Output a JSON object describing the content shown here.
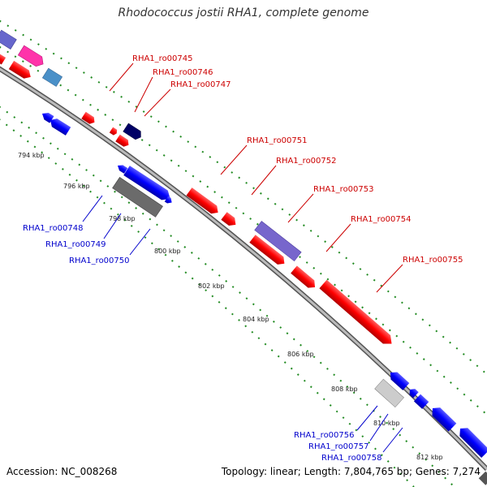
{
  "title": "Rhodococcus jostii RHA1, complete genome",
  "accession": "Accession: NC_008268",
  "topology": "Topology: linear; Length: 7,804,765 bp; Genes: 7,274",
  "colors": {
    "forward_label": "#cc0000",
    "reverse_label": "#0000cc",
    "backbone": "#999999",
    "tick": "#228b22"
  },
  "kbp_ticks": [
    "794 kbp",
    "796 kbp",
    "798 kbp",
    "800 kbp",
    "802 kbp",
    "804 kbp",
    "806 kbp",
    "808 kbp",
    "810 kbp",
    "812 kbp"
  ],
  "forward_genes": [
    "RHA1_ro00745",
    "RHA1_ro00746",
    "RHA1_ro00747",
    "RHA1_ro00751",
    "RHA1_ro00752",
    "RHA1_ro00753",
    "RHA1_ro00754",
    "RHA1_ro00755"
  ],
  "reverse_genes": [
    "RHA1_ro00748",
    "RHA1_ro00749",
    "RHA1_ro00750",
    "RHA1_ro00756",
    "RHA1_ro00757",
    "RHA1_ro00758"
  ]
}
